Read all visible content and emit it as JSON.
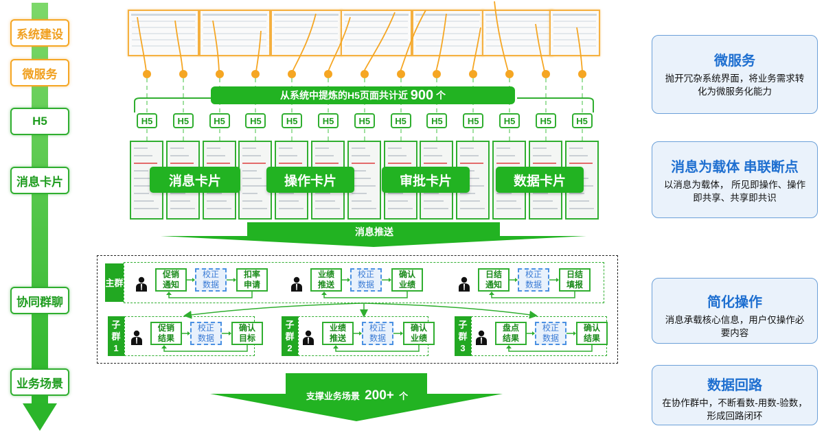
{
  "timeline": {
    "stage1": "系统建设",
    "stage2": "微服务",
    "stage3": "H5",
    "stage4": "消息卡片",
    "stage5": "协同群聊",
    "stage6": "业务场景"
  },
  "h5_banner": {
    "text": "从系统中提炼的H5页面共计近",
    "count": "900",
    "unit": "个"
  },
  "h5_label": "H5",
  "card_tags": [
    "消息卡片",
    "操作卡片",
    "审批卡片",
    "数据卡片"
  ],
  "push_label": "消息推送",
  "main_group": {
    "tag": "主群",
    "flows": [
      {
        "a": "促销\n通知",
        "b": "校正\n数据",
        "c": "扣率\n申请"
      },
      {
        "a": "业绩\n推送",
        "b": "校正\n数据",
        "c": "确认\n业绩"
      },
      {
        "a": "日结\n通知",
        "b": "校正\n数据",
        "c": "日结\n填报"
      }
    ]
  },
  "sub_groups": [
    {
      "tag": "子\n群\n1",
      "a": "促销\n结果",
      "b": "校正\n数据",
      "c": "确认\n目标"
    },
    {
      "tag": "子\n群\n2",
      "a": "业绩\n推送",
      "b": "校正\n数据",
      "c": "确认\n业绩"
    },
    {
      "tag": "子\n群\n3",
      "a": "盘点\n结果",
      "b": "校正\n数据",
      "c": "确认\n结果"
    }
  ],
  "support": {
    "text": "支撑业务场景",
    "count": "200+",
    "unit": "个"
  },
  "cards": [
    {
      "title": "微服务",
      "desc": "抛开冗杂系统界面，将业务需求转化为微服务化能力"
    },
    {
      "title": "消息为载体 串联断点",
      "desc": "以消息为载体， 所见即操作、操作即共享、共享即共识"
    },
    {
      "title": "简化操作",
      "desc": "消息承载核心信息，用户仅操作必要内容"
    },
    {
      "title": "数据回路",
      "desc": "在协作群中，不断看数-用数-验数，形成回路闭环"
    }
  ],
  "colors": {
    "green": "#22b322",
    "orange": "#f5a623",
    "blue": "#1e6fd0"
  }
}
